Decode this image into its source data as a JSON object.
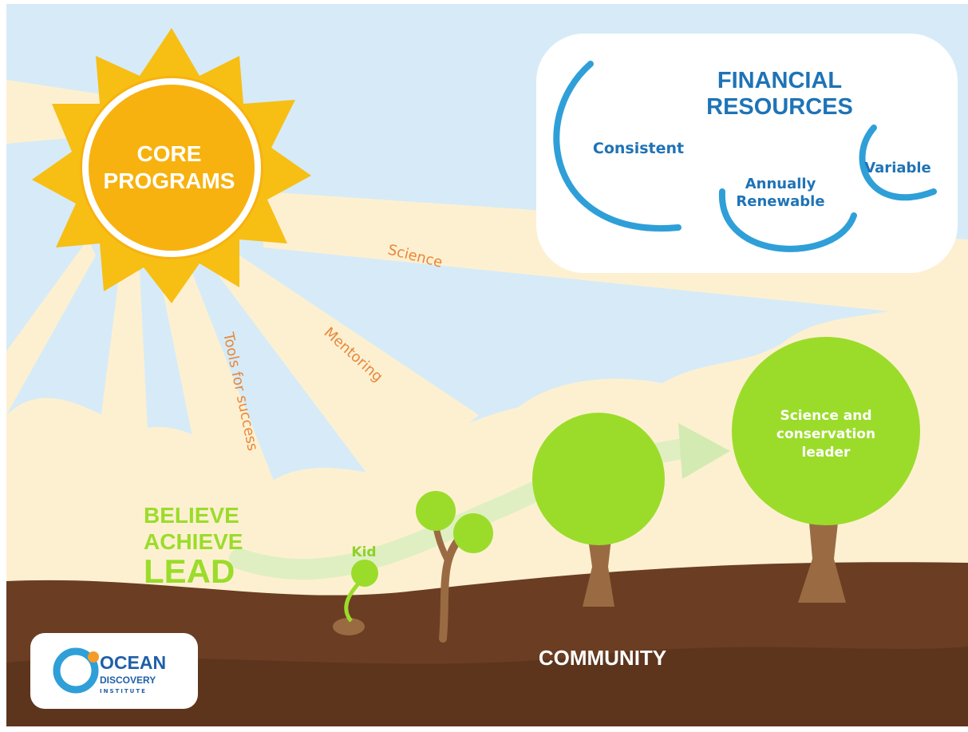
{
  "sun": {
    "title_line1": "CORE",
    "title_line2": "PROGRAMS"
  },
  "rays": {
    "science": "Science",
    "mentoring": "Mentoring",
    "tools": "Tools for success"
  },
  "cloud": {
    "title_line1": "FINANCIAL",
    "title_line2": "RESOURCES",
    "items": {
      "consistent": "Consistent",
      "annually_line1": "Annually",
      "annually_line2": "Renewable",
      "variable": "Variable"
    }
  },
  "growth": {
    "kid": "Kid",
    "leader_line1": "Science and",
    "leader_line2": "conservation",
    "leader_line3": "leader"
  },
  "tagline": {
    "line1": "BELIEVE",
    "line2": "ACHIEVE",
    "line3": "LEAD"
  },
  "ground": {
    "label": "COMMUNITY"
  },
  "logo": {
    "name_line1": "OCEAN",
    "name_line2": "DISCOVERY",
    "name_line3": "INSTITUTE"
  },
  "colors": {
    "sky": "#d6ebf7",
    "sun_outer": "#f7be14",
    "sun_inner": "#f7b20f",
    "ray_beam": "#fdf0d1",
    "ray_text": "#e8873a",
    "cloud_blue": "#2f9fd8",
    "cloud_title": "#1f73b6",
    "leaf": "#9bdc2a",
    "trunk": "#9a6b43",
    "ground": "#6b3d22",
    "ground_dark": "#54301a"
  }
}
